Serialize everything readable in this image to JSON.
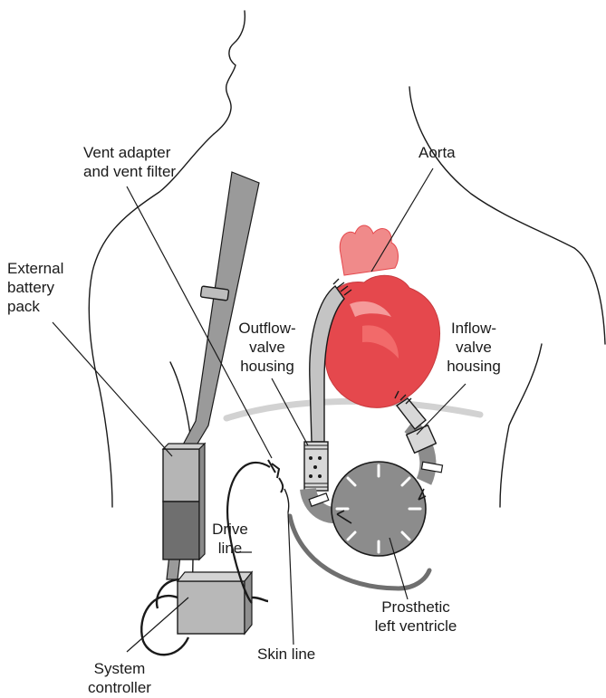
{
  "labels": {
    "vent": "Vent adapter\nand vent filter",
    "aorta": "Aorta",
    "battery": "External\nbattery\npack",
    "outflow": "Outflow-\nvalve\nhousing",
    "inflow": "Inflow-\nvalve\nhousing",
    "drive": "Drive\nline",
    "prosthetic": "Prosthetic\nleft ventricle",
    "skin": "Skin line",
    "controller": "System\ncontroller"
  },
  "colors": {
    "outline": "#1a1a1a",
    "strap": "#9a9a9a",
    "battery_top": "#b5b5b5",
    "battery_bottom": "#6f6f6f",
    "heart": "#e5484d",
    "heart_light": "#f59a9a",
    "device": "#8c8c8c",
    "graft": "#c4c4c4",
    "diaphragm": "#d2d2d2"
  }
}
